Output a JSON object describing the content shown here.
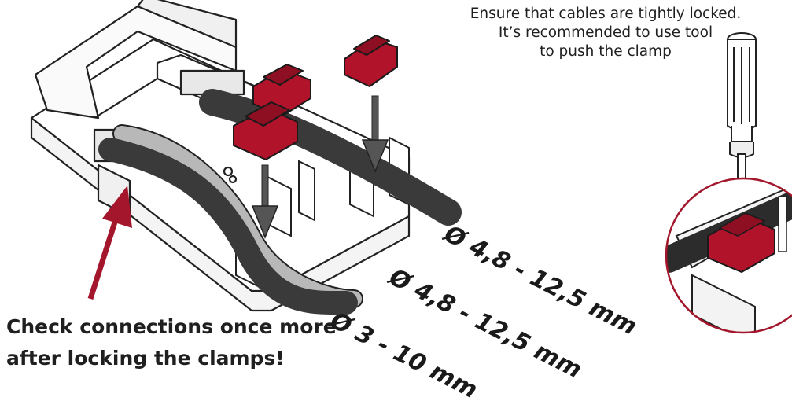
{
  "tip": {
    "line1": "Ensure that cables are tightly locked.",
    "line2": "It’s recommended to use tool",
    "line3": "to push the clamp"
  },
  "warning": {
    "line1": "Check connections once more",
    "line2": "after locking the clamps!"
  },
  "diameters": {
    "upper_cable": "Ø 4,8 - 12,5 mm",
    "middle_cable": "Ø 4,8 - 12,5 mm",
    "thin_cable": "Ø 3 - 10 mm"
  },
  "colors": {
    "clamp": "#b0132a",
    "cable_dark": "#3a3a3a",
    "cable_light": "#b8b8b8",
    "arrow_red": "#a3162b",
    "arrow_grey": "#555555",
    "outline": "#222222"
  },
  "icons": [
    "screwdriver-icon",
    "cable-clamp-icon",
    "down-arrow-icon",
    "up-arrow-icon"
  ]
}
